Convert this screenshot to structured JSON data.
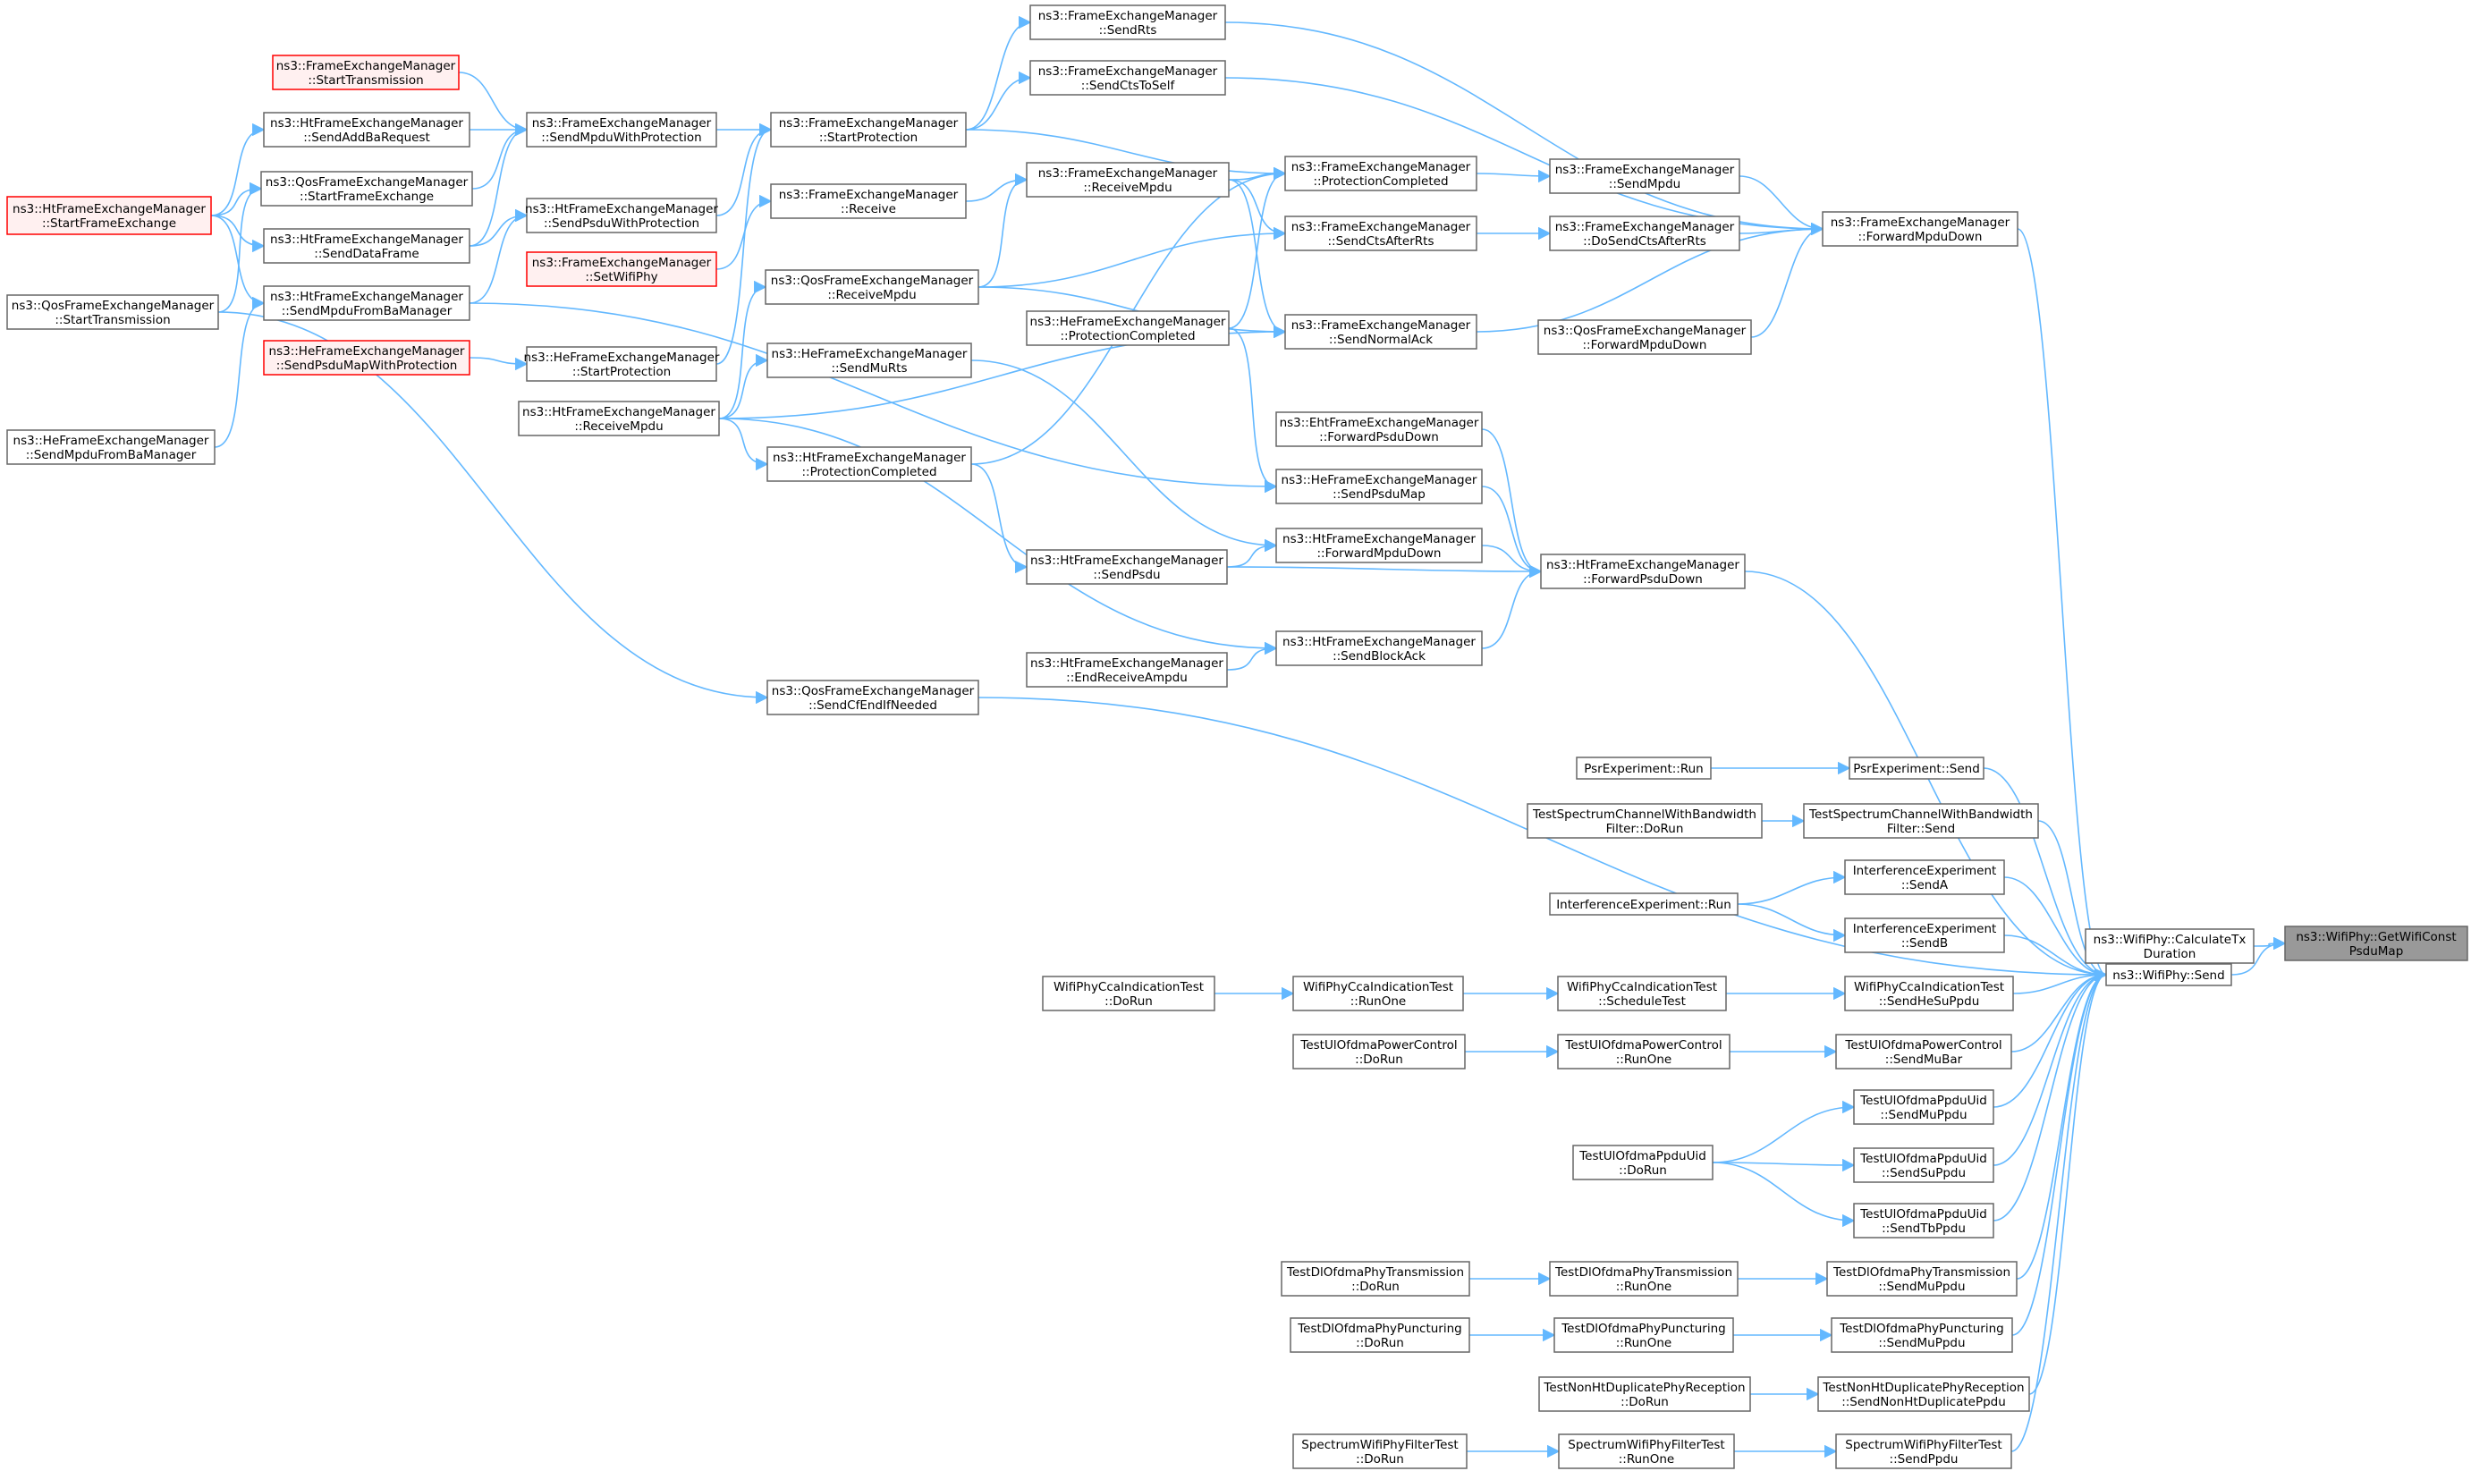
{
  "graph": {
    "colors": {
      "edge": "#63b8ff",
      "root_fill": "#999999",
      "highlight_border": "#ff0000",
      "node_border": "#666666"
    },
    "nodes": [
      {
        "id": "getwifi",
        "lines": [
          "ns3::WifiPhy::GetWifiConst",
          "PsduMap"
        ],
        "style": "root"
      },
      {
        "id": "calctx",
        "lines": [
          "ns3::WifiPhy::CalculateTx",
          "Duration"
        ]
      },
      {
        "id": "send",
        "lines": [
          "ns3::WifiPhy::Send"
        ]
      },
      {
        "id": "fwdmpdu",
        "lines": [
          "ns3::FrameExchangeManager",
          "::ForwardMpduDown"
        ]
      },
      {
        "id": "sendrts",
        "lines": [
          "ns3::FrameExchangeManager",
          "::SendRts"
        ]
      },
      {
        "id": "sendctstoself",
        "lines": [
          "ns3::FrameExchangeManager",
          "::SendCtsToSelf"
        ]
      },
      {
        "id": "fem_startprot",
        "lines": [
          "ns3::FrameExchangeManager",
          "::StartProtection"
        ]
      },
      {
        "id": "fem_starttx",
        "lines": [
          "ns3::FrameExchangeManager",
          "::StartTransmission"
        ],
        "style": "red"
      },
      {
        "id": "fem_sendmpduwp",
        "lines": [
          "ns3::FrameExchangeManager",
          "::SendMpduWithProtection"
        ]
      },
      {
        "id": "ht_sendaddba",
        "lines": [
          "ns3::HtFrameExchangeManager",
          "::SendAddBaRequest"
        ]
      },
      {
        "id": "qos_startfe",
        "lines": [
          "ns3::QosFrameExchangeManager",
          "::StartFrameExchange"
        ]
      },
      {
        "id": "ht_startfe",
        "lines": [
          "ns3::HtFrameExchangeManager",
          "::StartFrameExchange"
        ],
        "style": "red"
      },
      {
        "id": "ht_senddata",
        "lines": [
          "ns3::HtFrameExchangeManager",
          "::SendDataFrame"
        ]
      },
      {
        "id": "ht_sendmpdufromba",
        "lines": [
          "ns3::HtFrameExchangeManager",
          "::SendMpduFromBaManager"
        ]
      },
      {
        "id": "qos_starttx",
        "lines": [
          "ns3::QosFrameExchangeManager",
          "::StartTransmission"
        ]
      },
      {
        "id": "he_sendmpdufromba",
        "lines": [
          "ns3::HeFrameExchangeManager",
          "::SendMpduFromBaManager"
        ]
      },
      {
        "id": "ht_sendpsduwp",
        "lines": [
          "ns3::HtFrameExchangeManager",
          "::SendPsduWithProtection"
        ]
      },
      {
        "id": "fem_setwifiphy",
        "lines": [
          "ns3::FrameExchangeManager",
          "::SetWifiPhy"
        ],
        "style": "red"
      },
      {
        "id": "he_sendpsdumapwp",
        "lines": [
          "ns3::HeFrameExchangeManager",
          "::SendPsduMapWithProtection"
        ],
        "style": "red"
      },
      {
        "id": "he_startprot",
        "lines": [
          "ns3::HeFrameExchangeManager",
          "::StartProtection"
        ]
      },
      {
        "id": "ht_receivempdu",
        "lines": [
          "ns3::HtFrameExchangeManager",
          "::ReceiveMpdu"
        ]
      },
      {
        "id": "fem_receive",
        "lines": [
          "ns3::FrameExchangeManager",
          "::Receive"
        ]
      },
      {
        "id": "qos_receivempdu",
        "lines": [
          "ns3::QosFrameExchangeManager",
          "::ReceiveMpdu"
        ]
      },
      {
        "id": "he_sendmurts",
        "lines": [
          "ns3::HeFrameExchangeManager",
          "::SendMuRts"
        ]
      },
      {
        "id": "ht_protcompleted",
        "lines": [
          "ns3::HtFrameExchangeManager",
          "::ProtectionCompleted"
        ]
      },
      {
        "id": "fem_receivempdu",
        "lines": [
          "ns3::FrameExchangeManager",
          "::ReceiveMpdu"
        ]
      },
      {
        "id": "he_protcompleted",
        "lines": [
          "ns3::HeFrameExchangeManager",
          "::ProtectionCompleted"
        ]
      },
      {
        "id": "ht_sendpsdu",
        "lines": [
          "ns3::HtFrameExchangeManager",
          "::SendPsdu"
        ]
      },
      {
        "id": "ht_endreceiveampdu",
        "lines": [
          "ns3::HtFrameExchangeManager",
          "::EndReceiveAmpdu"
        ]
      },
      {
        "id": "qos_sendcfend",
        "lines": [
          "ns3::QosFrameExchangeManager",
          "::SendCfEndIfNeeded"
        ]
      },
      {
        "id": "fem_protcompleted",
        "lines": [
          "ns3::FrameExchangeManager",
          "::ProtectionCompleted"
        ]
      },
      {
        "id": "fem_sendctsafterrts",
        "lines": [
          "ns3::FrameExchangeManager",
          "::SendCtsAfterRts"
        ]
      },
      {
        "id": "fem_sendnormalack",
        "lines": [
          "ns3::FrameExchangeManager",
          "::SendNormalAck"
        ]
      },
      {
        "id": "eht_fwdpsdu",
        "lines": [
          "ns3::EhtFrameExchangeManager",
          "::ForwardPsduDown"
        ]
      },
      {
        "id": "he_sendpsdumap",
        "lines": [
          "ns3::HeFrameExchangeManager",
          "::SendPsduMap"
        ]
      },
      {
        "id": "ht_fwdmpdu",
        "lines": [
          "ns3::HtFrameExchangeManager",
          "::ForwardMpduDown"
        ]
      },
      {
        "id": "ht_sendblockack",
        "lines": [
          "ns3::HtFrameExchangeManager",
          "::SendBlockAck"
        ]
      },
      {
        "id": "fem_sendmpdu",
        "lines": [
          "ns3::FrameExchangeManager",
          "::SendMpdu"
        ]
      },
      {
        "id": "fem_dosendcts",
        "lines": [
          "ns3::FrameExchangeManager",
          "::DoSendCtsAfterRts"
        ]
      },
      {
        "id": "qos_fwdmpdu",
        "lines": [
          "ns3::QosFrameExchangeManager",
          "::ForwardMpduDown"
        ]
      },
      {
        "id": "ht_fwdpsdu",
        "lines": [
          "ns3::HtFrameExchangeManager",
          "::ForwardPsduDown"
        ]
      },
      {
        "id": "psr_run",
        "lines": [
          "PsrExperiment::Run"
        ]
      },
      {
        "id": "psr_send",
        "lines": [
          "PsrExperiment::Send"
        ]
      },
      {
        "id": "tsc_dorun",
        "lines": [
          "TestSpectrumChannelWithBandwidth",
          "Filter::DoRun"
        ]
      },
      {
        "id": "tsc_send",
        "lines": [
          "TestSpectrumChannelWithBandwidth",
          "Filter::Send"
        ]
      },
      {
        "id": "ie_run",
        "lines": [
          "InterferenceExperiment::Run"
        ]
      },
      {
        "id": "ie_senda",
        "lines": [
          "InterferenceExperiment",
          "::SendA"
        ]
      },
      {
        "id": "ie_sendb",
        "lines": [
          "InterferenceExperiment",
          "::SendB"
        ]
      },
      {
        "id": "cca_dorun",
        "lines": [
          "WifiPhyCcaIndicationTest",
          "::DoRun"
        ]
      },
      {
        "id": "cca_runone",
        "lines": [
          "WifiPhyCcaIndicationTest",
          "::RunOne"
        ]
      },
      {
        "id": "cca_sched",
        "lines": [
          "WifiPhyCcaIndicationTest",
          "::ScheduleTest"
        ]
      },
      {
        "id": "cca_sendhesu",
        "lines": [
          "WifiPhyCcaIndicationTest",
          "::SendHeSuPpdu"
        ]
      },
      {
        "id": "ulpc_dorun",
        "lines": [
          "TestUlOfdmaPowerControl",
          "::DoRun"
        ]
      },
      {
        "id": "ulpc_runone",
        "lines": [
          "TestUlOfdmaPowerControl",
          "::RunOne"
        ]
      },
      {
        "id": "ulpc_sendmubar",
        "lines": [
          "TestUlOfdmaPowerControl",
          "::SendMuBar"
        ]
      },
      {
        "id": "uid_sendmu",
        "lines": [
          "TestUlOfdmaPpduUid",
          "::SendMuPpdu"
        ]
      },
      {
        "id": "uid_dorun",
        "lines": [
          "TestUlOfdmaPpduUid",
          "::DoRun"
        ]
      },
      {
        "id": "uid_sendsu",
        "lines": [
          "TestUlOfdmaPpduUid",
          "::SendSuPpdu"
        ]
      },
      {
        "id": "uid_sendtb",
        "lines": [
          "TestUlOfdmaPpduUid",
          "::SendTbPpdu"
        ]
      },
      {
        "id": "dlt_dorun",
        "lines": [
          "TestDlOfdmaPhyTransmission",
          "::DoRun"
        ]
      },
      {
        "id": "dlt_runone",
        "lines": [
          "TestDlOfdmaPhyTransmission",
          "::RunOne"
        ]
      },
      {
        "id": "dlt_sendmu",
        "lines": [
          "TestDlOfdmaPhyTransmission",
          "::SendMuPpdu"
        ]
      },
      {
        "id": "dlp_dorun",
        "lines": [
          "TestDlOfdmaPhyPuncturing",
          "::DoRun"
        ]
      },
      {
        "id": "dlp_runone",
        "lines": [
          "TestDlOfdmaPhyPuncturing",
          "::RunOne"
        ]
      },
      {
        "id": "dlp_sendmu",
        "lines": [
          "TestDlOfdmaPhyPuncturing",
          "::SendMuPpdu"
        ]
      },
      {
        "id": "nht_dorun",
        "lines": [
          "TestNonHtDuplicatePhyReception",
          "::DoRun"
        ]
      },
      {
        "id": "nht_send",
        "lines": [
          "TestNonHtDuplicatePhyReception",
          "::SendNonHtDuplicatePpdu"
        ]
      },
      {
        "id": "swf_dorun",
        "lines": [
          "SpectrumWifiPhyFilterTest",
          "::DoRun"
        ]
      },
      {
        "id": "swf_runone",
        "lines": [
          "SpectrumWifiPhyFilterTest",
          "::RunOne"
        ]
      },
      {
        "id": "swf_send",
        "lines": [
          "SpectrumWifiPhyFilterTest",
          "::SendPpdu"
        ]
      }
    ],
    "edges": [
      [
        "calctx",
        "getwifi"
      ],
      [
        "send",
        "getwifi"
      ],
      [
        "send",
        "send"
      ],
      [
        "fwdmpdu",
        "send"
      ],
      [
        "ht_fwdpsdu",
        "send"
      ],
      [
        "qos_sendcfend",
        "send"
      ],
      [
        "psr_send",
        "send"
      ],
      [
        "tsc_send",
        "send"
      ],
      [
        "ie_senda",
        "send"
      ],
      [
        "ie_sendb",
        "send"
      ],
      [
        "cca_sendhesu",
        "send"
      ],
      [
        "ulpc_sendmubar",
        "send"
      ],
      [
        "uid_sendmu",
        "send"
      ],
      [
        "uid_sendsu",
        "send"
      ],
      [
        "uid_sendtb",
        "send"
      ],
      [
        "dlt_sendmu",
        "send"
      ],
      [
        "dlp_sendmu",
        "send"
      ],
      [
        "nht_send",
        "send"
      ],
      [
        "swf_send",
        "send"
      ],
      [
        "sendrts",
        "fwdmpdu"
      ],
      [
        "sendctstoself",
        "fwdmpdu"
      ],
      [
        "fem_sendmpdu",
        "fwdmpdu"
      ],
      [
        "fem_dosendcts",
        "fwdmpdu"
      ],
      [
        "fem_sendnormalack",
        "fwdmpdu"
      ],
      [
        "qos_fwdmpdu",
        "fwdmpdu"
      ],
      [
        "fem_startprot",
        "sendrts"
      ],
      [
        "fem_startprot",
        "sendctstoself"
      ],
      [
        "fem_sendmpduwp",
        "fem_startprot"
      ],
      [
        "ht_sendpsduwp",
        "fem_startprot"
      ],
      [
        "he_startprot",
        "fem_startprot"
      ],
      [
        "fem_starttx",
        "fem_sendmpduwp"
      ],
      [
        "ht_sendaddba",
        "fem_sendmpduwp"
      ],
      [
        "qos_startfe",
        "fem_sendmpduwp"
      ],
      [
        "ht_senddata",
        "fem_sendmpduwp"
      ],
      [
        "ht_startfe",
        "ht_sendaddba"
      ],
      [
        "ht_startfe",
        "qos_startfe"
      ],
      [
        "ht_startfe",
        "ht_senddata"
      ],
      [
        "ht_startfe",
        "ht_sendmpdufromba"
      ],
      [
        "qos_starttx",
        "qos_startfe"
      ],
      [
        "he_sendmpdufromba",
        "ht_sendmpdufromba"
      ],
      [
        "ht_senddata",
        "ht_sendpsduwp"
      ],
      [
        "ht_sendmpdufromba",
        "ht_sendpsduwp"
      ],
      [
        "he_sendpsdumapwp",
        "he_startprot"
      ],
      [
        "fem_setwifiphy",
        "fem_receive"
      ],
      [
        "fem_receive",
        "fem_receivempdu"
      ],
      [
        "qos_receivempdu",
        "fem_receivempdu"
      ],
      [
        "ht_receivempdu",
        "qos_receivempdu"
      ],
      [
        "ht_receivempdu",
        "he_sendmurts"
      ],
      [
        "ht_receivempdu",
        "ht_protcompleted"
      ],
      [
        "ht_receivempdu",
        "fem_sendnormalack"
      ],
      [
        "fem_startprot",
        "fem_protcompleted"
      ],
      [
        "fem_receivempdu",
        "fem_protcompleted"
      ],
      [
        "he_protcompleted",
        "fem_protcompleted"
      ],
      [
        "ht_protcompleted",
        "fem_protcompleted"
      ],
      [
        "fem_receivempdu",
        "fem_sendctsafterrts"
      ],
      [
        "qos_receivempdu",
        "fem_sendctsafterrts"
      ],
      [
        "fem_receivempdu",
        "fem_sendnormalack"
      ],
      [
        "qos_receivempdu",
        "fem_sendnormalack"
      ],
      [
        "fem_protcompleted",
        "fem_sendmpdu"
      ],
      [
        "fem_sendctsafterrts",
        "fem_dosendcts"
      ],
      [
        "he_protcompleted",
        "he_sendpsdumap"
      ],
      [
        "ht_sendmpdufromba",
        "he_sendpsdumap"
      ],
      [
        "he_sendmurts",
        "ht_fwdmpdu"
      ],
      [
        "ht_sendpsdu",
        "ht_fwdmpdu"
      ],
      [
        "ht_protcompleted",
        "ht_sendpsdu"
      ],
      [
        "ht_receivempdu",
        "ht_sendblockack"
      ],
      [
        "ht_endreceiveampdu",
        "ht_sendblockack"
      ],
      [
        "qos_starttx",
        "qos_sendcfend"
      ],
      [
        "eht_fwdpsdu",
        "ht_fwdpsdu"
      ],
      [
        "he_sendpsdumap",
        "ht_fwdpsdu"
      ],
      [
        "ht_fwdmpdu",
        "ht_fwdpsdu"
      ],
      [
        "ht_sendpsdu",
        "ht_fwdpsdu"
      ],
      [
        "ht_sendblockack",
        "ht_fwdpsdu"
      ],
      [
        "psr_run",
        "psr_send"
      ],
      [
        "tsc_dorun",
        "tsc_send"
      ],
      [
        "ie_run",
        "ie_senda"
      ],
      [
        "ie_run",
        "ie_sendb"
      ],
      [
        "cca_dorun",
        "cca_runone"
      ],
      [
        "cca_runone",
        "cca_sched"
      ],
      [
        "cca_sched",
        "cca_sendhesu"
      ],
      [
        "ulpc_dorun",
        "ulpc_runone"
      ],
      [
        "ulpc_runone",
        "ulpc_sendmubar"
      ],
      [
        "uid_dorun",
        "uid_sendmu"
      ],
      [
        "uid_dorun",
        "uid_sendsu"
      ],
      [
        "uid_dorun",
        "uid_sendtb"
      ],
      [
        "dlt_dorun",
        "dlt_runone"
      ],
      [
        "dlt_runone",
        "dlt_sendmu"
      ],
      [
        "dlp_dorun",
        "dlp_runone"
      ],
      [
        "dlp_runone",
        "dlp_sendmu"
      ],
      [
        "nht_dorun",
        "nht_send"
      ],
      [
        "swf_dorun",
        "swf_runone"
      ],
      [
        "swf_runone",
        "swf_send"
      ]
    ]
  }
}
